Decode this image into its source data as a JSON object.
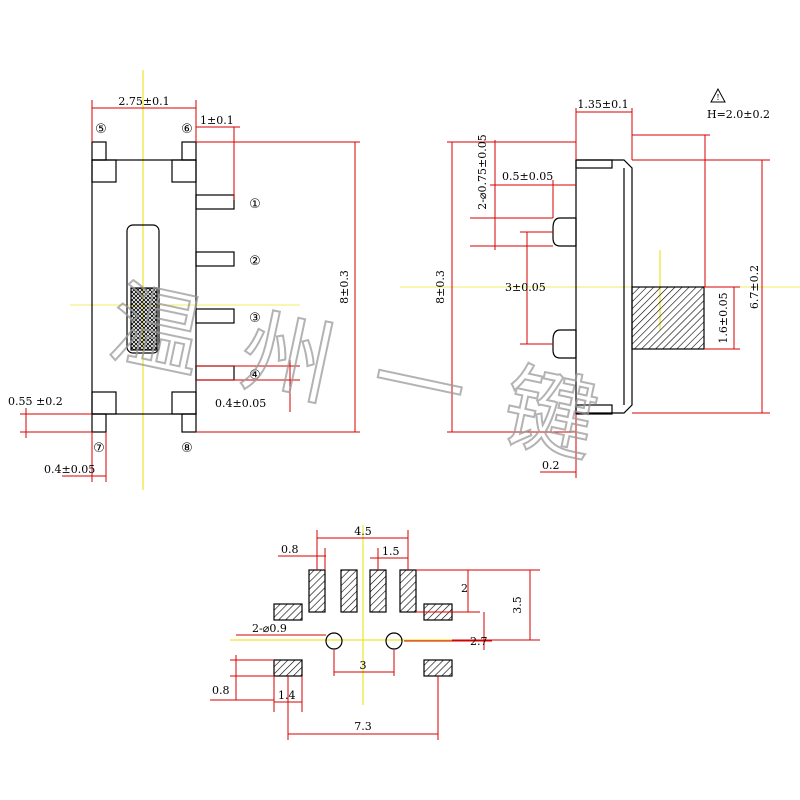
{
  "side_view": {
    "width_dim": "2.75±0.1",
    "pin_width_dim": "1±0.1",
    "pin1": "①",
    "pin2": "②",
    "pin3": "③",
    "pin4": "④",
    "pin5": "⑤",
    "pin6": "⑥",
    "pin7": "⑦",
    "pin8": "⑧",
    "pin_pitch_dim": "0.4±0.05",
    "length_dim": "8±0.3",
    "leg_dim": "0.55 ±0.2",
    "leg_width_dim": "0.4±0.05"
  },
  "front_view": {
    "thickness_dim": "1.35±0.1",
    "height_note": "H=2.0±0.2",
    "warning_symbol": "!",
    "hole_dim": "2-⌀0.75±0.05",
    "peg_dim": "0.5±0.05",
    "peg_spacing_dim": "3±0.05",
    "length_dim": "8±0.3",
    "knob_dim": "1.6±0.05",
    "travel_dim": "6.7±0.2",
    "base_dim": "0.2"
  },
  "footprint": {
    "pad_pitch_dim": "4.5",
    "pad_width_dim": "0.8",
    "pad_spacing_dim": "1.5",
    "pad_height_dim": "2",
    "total_height_dim": "3.5",
    "hole_dim": "2-⌀0.9",
    "hole_offset_dim": "2.7",
    "hole_spacing_dim": "3",
    "side_pad_dim": "0.8",
    "side_pad_width_dim": "1.4",
    "total_width_dim": "7.3"
  },
  "watermark": "温州一键"
}
